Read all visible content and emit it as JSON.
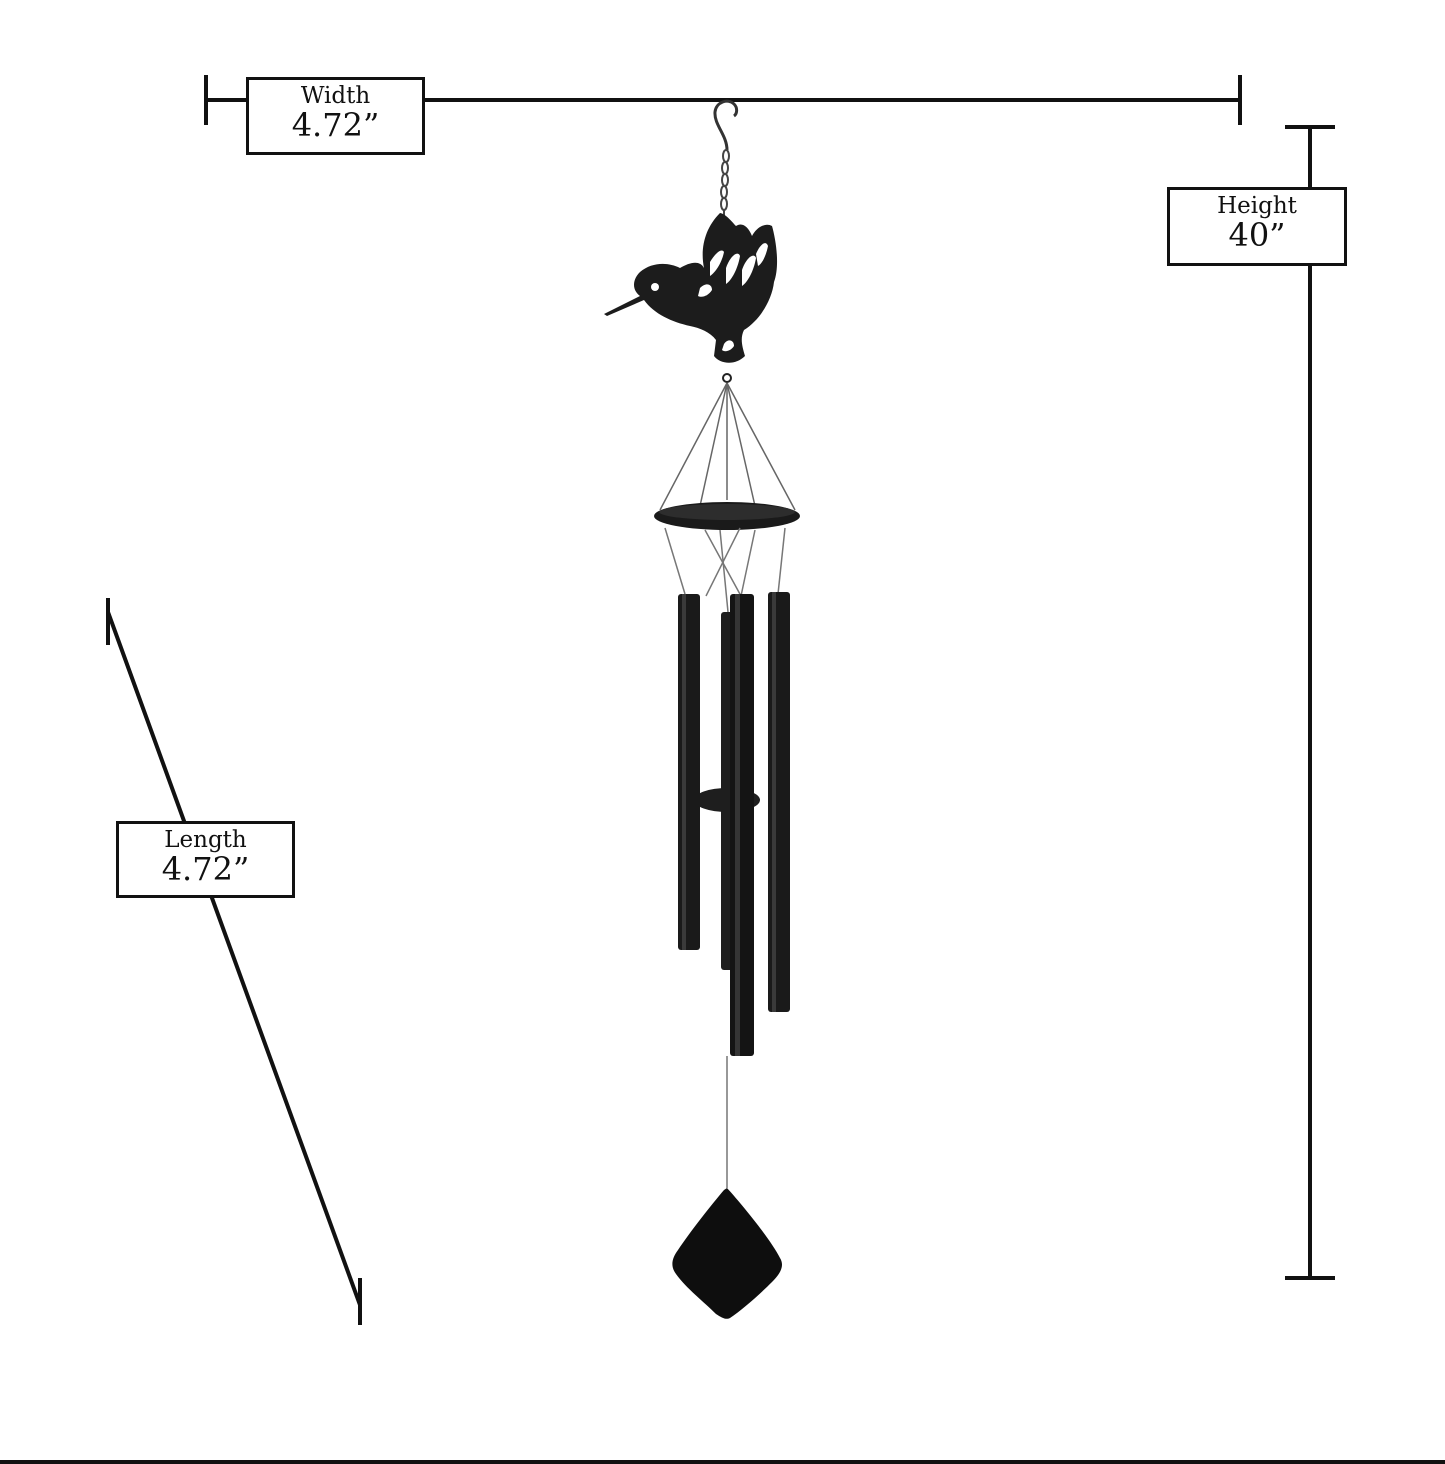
{
  "dimensions": {
    "width": {
      "label": "Width",
      "value": "4.72”"
    },
    "height": {
      "label": "Height",
      "value": "40”"
    },
    "length": {
      "label": "Length",
      "value": "4.72”"
    }
  },
  "product": {
    "ornament_icon": "hummingbird-icon",
    "sail_icon": "diamond-sail-icon"
  },
  "colors": {
    "line": "#111111",
    "chime": "#1a1a1a",
    "background": "#ffffff"
  }
}
